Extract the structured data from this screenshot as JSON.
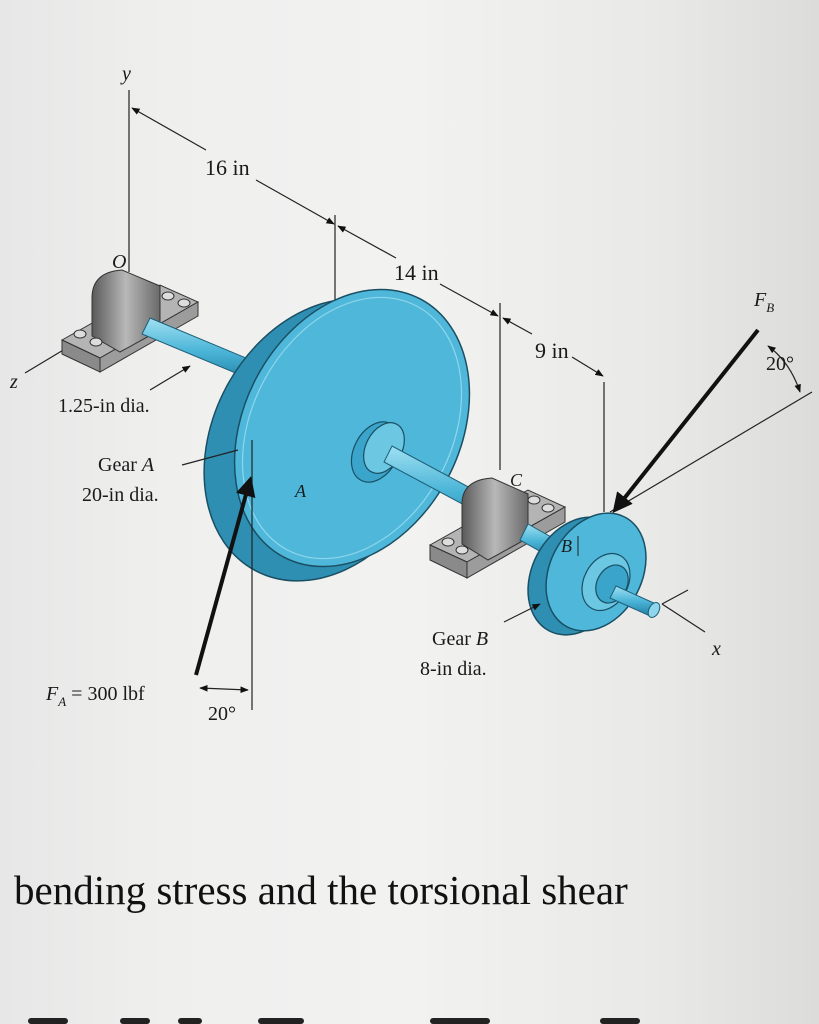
{
  "figure": {
    "axes": {
      "y": "y",
      "z": "z",
      "x": "x",
      "origin": "O"
    },
    "dims": {
      "d1": "16 in",
      "d2": "14 in",
      "d3": "9 in"
    },
    "shaft_dia": "1.25-in dia.",
    "gear_a": {
      "name_prefix": "Gear ",
      "name": "A",
      "dia": "20-in dia.",
      "face_label": "A"
    },
    "gear_b": {
      "name_prefix": "Gear ",
      "name": "B",
      "dia": "8-in dia.",
      "face_label": "B"
    },
    "bearing_c": "C",
    "force_a": {
      "symbol": "F",
      "sub": "A",
      "value": " = 300 lbf",
      "angle": "20°"
    },
    "force_b": {
      "symbol": "F",
      "sub": "B",
      "angle": "20°"
    }
  },
  "footer": {
    "text": "bending stress and the torsional shear"
  },
  "colors": {
    "gear": "#46b3d6",
    "gear_dark": "#2f8fb3",
    "bearing": "#8d8d8d",
    "base": "#a9a9a9"
  }
}
